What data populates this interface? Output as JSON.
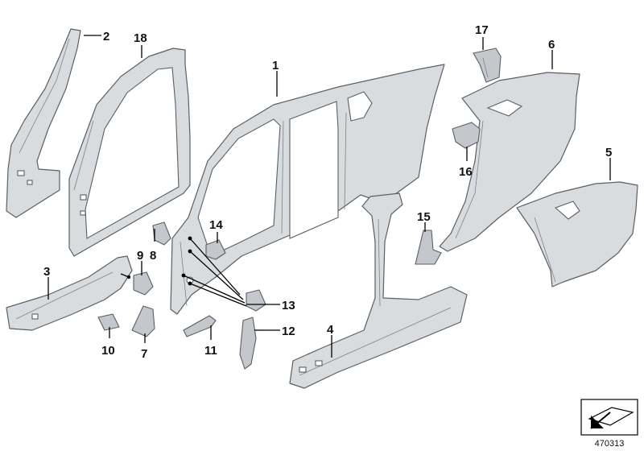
{
  "diagram": {
    "callouts": [
      "1",
      "2",
      "3",
      "4",
      "5",
      "6",
      "7",
      "8",
      "9",
      "10",
      "11",
      "12",
      "13",
      "14",
      "15",
      "16",
      "17",
      "18"
    ],
    "reference_number": "470313"
  }
}
